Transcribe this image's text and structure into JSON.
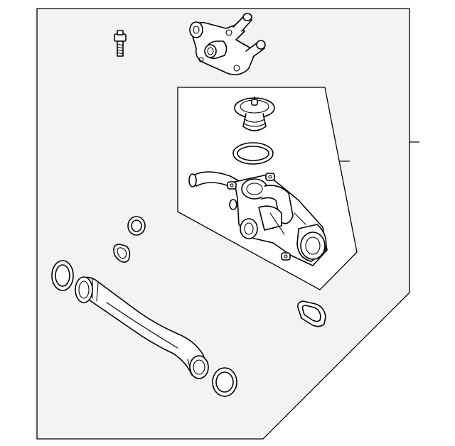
{
  "diagram": {
    "colors": {
      "outer_fill": "#f3f3f3",
      "inner_fill": "#ffffff",
      "line": "#000000"
    },
    "parts": [
      {
        "id": "bolt",
        "icon": "bolt-icon"
      },
      {
        "id": "thermostat-cover",
        "icon": "housing-cover-icon"
      },
      {
        "id": "thermostat",
        "icon": "thermostat-icon"
      },
      {
        "id": "thermostat-seal",
        "icon": "o-ring-icon"
      },
      {
        "id": "thermostat-housing",
        "icon": "coolant-housing-icon"
      },
      {
        "id": "o-ring-small",
        "icon": "o-ring-icon"
      },
      {
        "id": "seal-triangular",
        "icon": "seal-icon"
      },
      {
        "id": "gasket-large",
        "icon": "gasket-icon"
      },
      {
        "id": "coolant-pipe",
        "icon": "pipe-icon"
      },
      {
        "id": "gasket-end",
        "icon": "gasket-icon"
      },
      {
        "id": "gasket-rectangular",
        "icon": "gasket-icon"
      }
    ]
  }
}
